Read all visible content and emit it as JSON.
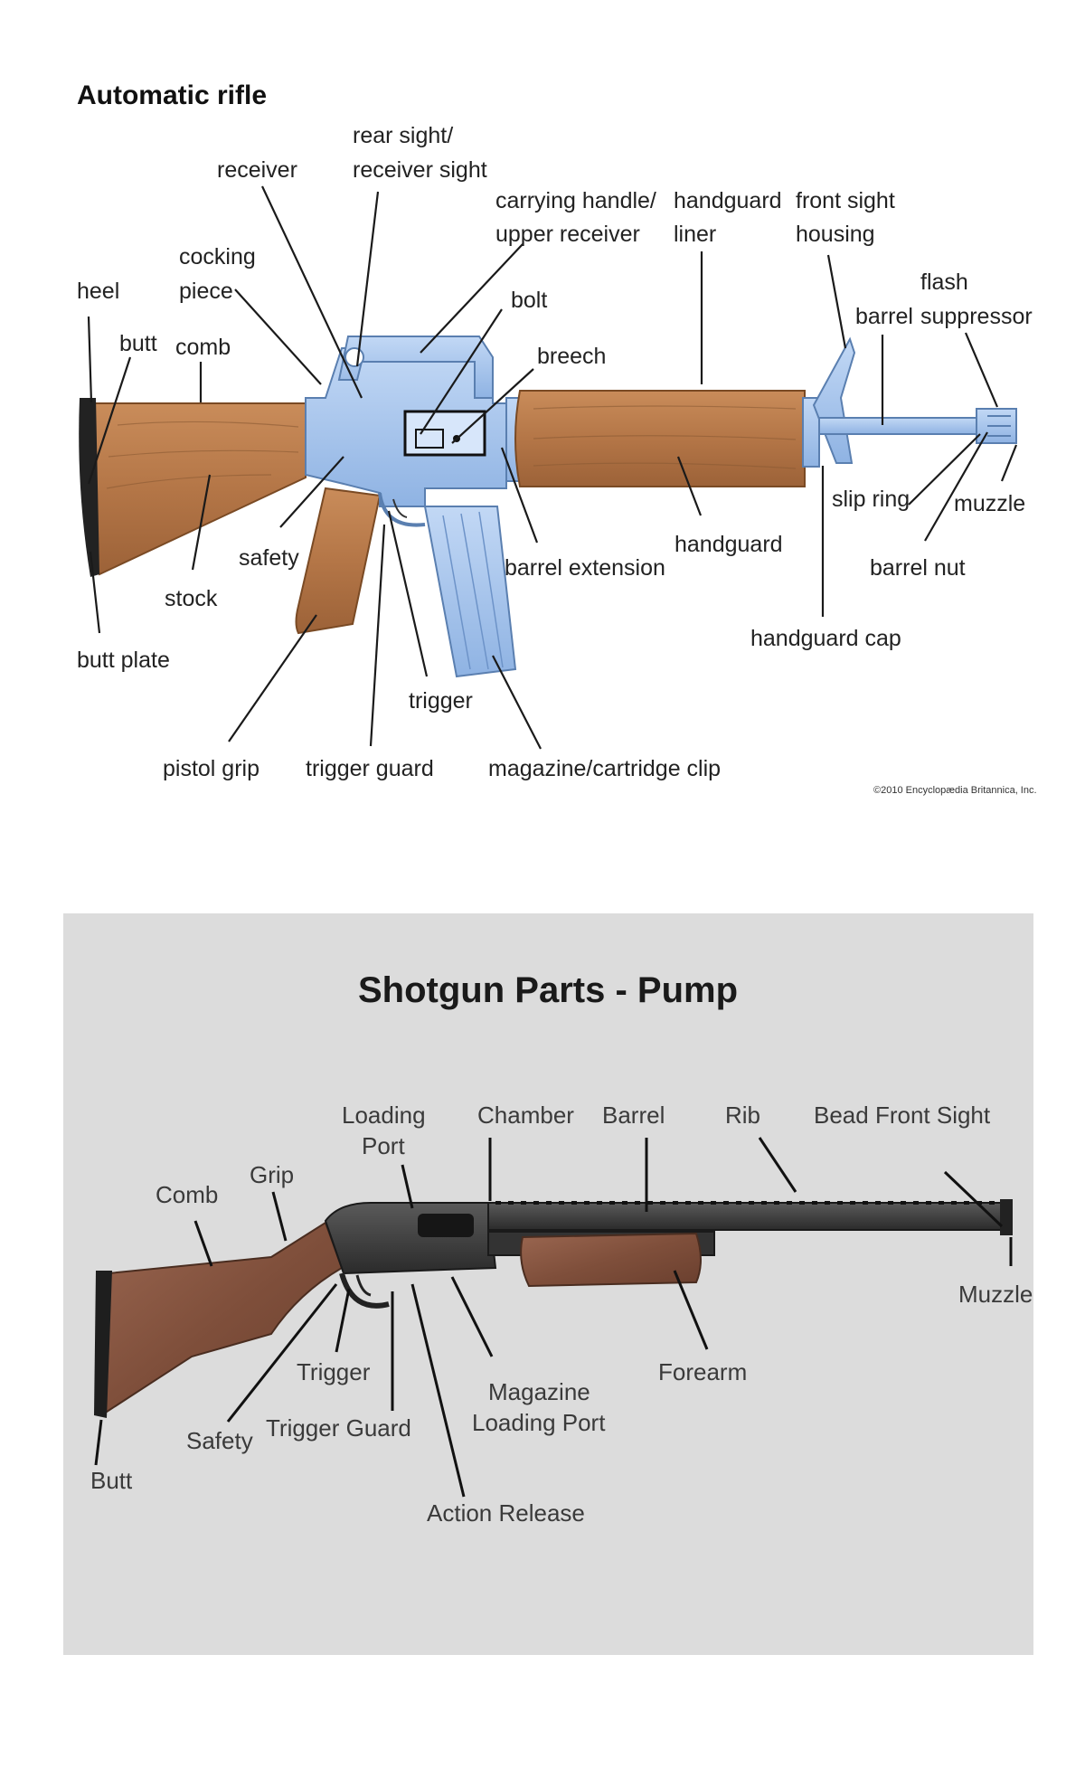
{
  "rifle": {
    "title": "Automatic rifle",
    "copyright": "©2010 Encyclopædia Britannica, Inc.",
    "colors": {
      "wood": "#b97a4a",
      "metal": "#a8c6ee"
    },
    "labels": {
      "receiver": "receiver",
      "rear_sight_1": "rear sight/",
      "rear_sight_2": "receiver sight",
      "carrying_handle_1": "carrying handle/",
      "carrying_handle_2": "upper receiver",
      "handguard_liner_1": "handguard",
      "handguard_liner_2": "liner",
      "front_sight_1": "front sight",
      "front_sight_2": "housing",
      "flash_1": "flash",
      "flash_2": "suppressor",
      "barrel": "barrel",
      "cocking_1": "cocking",
      "cocking_2": "piece",
      "heel": "heel",
      "bolt": "bolt",
      "butt": "butt",
      "comb": "comb",
      "breech": "breech",
      "slip_ring": "slip ring",
      "muzzle": "muzzle",
      "handguard": "handguard",
      "safety": "safety",
      "barrel_extension": "barrel extension",
      "barrel_nut": "barrel nut",
      "stock": "stock",
      "handguard_cap": "handguard cap",
      "butt_plate": "butt plate",
      "trigger": "trigger",
      "pistol_grip": "pistol grip",
      "trigger_guard": "trigger guard",
      "magazine": "magazine/cartridge clip"
    }
  },
  "shotgun": {
    "title": "Shotgun Parts - Pump",
    "colors": {
      "panel": "#dcdcdc",
      "wood": "#8a5a46",
      "metal": "#3c3c3c"
    },
    "labels": {
      "loading_port_1": "Loading",
      "loading_port_2": "Port",
      "chamber": "Chamber",
      "barrel": "Barrel",
      "rib": "Rib",
      "bead": "Bead Front Sight",
      "grip": "Grip",
      "comb": "Comb",
      "muzzle": "Muzzle",
      "trigger": "Trigger",
      "forearm": "Forearm",
      "magazine_1": "Magazine",
      "magazine_2": "Loading Port",
      "safety": "Safety",
      "trigger_guard": "Trigger Guard",
      "butt": "Butt",
      "action_release": "Action Release"
    }
  }
}
